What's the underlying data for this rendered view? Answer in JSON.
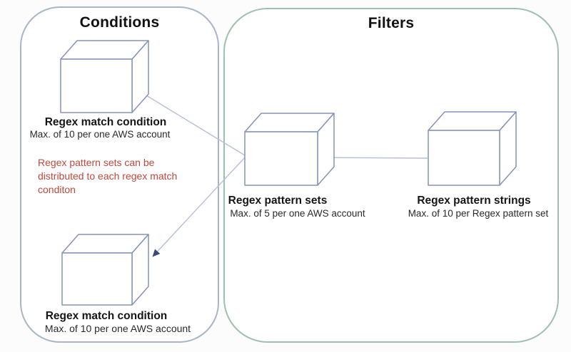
{
  "canvas": {
    "background": "#fcfcfc"
  },
  "groups": {
    "conditions": {
      "title": "Conditions",
      "border_color": "#a9b6c6"
    },
    "filters": {
      "title": "Filters",
      "border_color": "#9fc0ae"
    }
  },
  "nodes": {
    "match_top": {
      "label": "Regex match condition",
      "sublabel": "Max. of 10 per one AWS account"
    },
    "match_bottom": {
      "label": "Regex match condition",
      "sublabel": "Max. of 10 per one AWS account"
    },
    "pattern_sets": {
      "label": "Regex pattern sets",
      "sublabel": "Max. of 5 per one AWS account"
    },
    "pattern_strings": {
      "label": "Regex pattern strings",
      "sublabel": "Max. of 10 per Regex pattern set"
    }
  },
  "annotation": {
    "line1": "Regex pattern sets can be",
    "line2": "distributed to each regex match",
    "line3": "conditon",
    "color": "#c0483c"
  },
  "edges": [
    {
      "from": "pattern_sets",
      "to": "match_top",
      "description": "pattern set distributed to top regex match condition"
    },
    {
      "from": "pattern_sets",
      "to": "match_bottom",
      "description": "pattern set distributed to bottom regex match condition"
    },
    {
      "from": "pattern_strings",
      "to": "pattern_sets",
      "description": "pattern strings contained in regex pattern set"
    }
  ],
  "colors": {
    "cube_stroke": "#8493b8",
    "arrow_line": "#b6bfd8",
    "arrow_head": "#3a4a78",
    "text": "#1c1c1c"
  }
}
